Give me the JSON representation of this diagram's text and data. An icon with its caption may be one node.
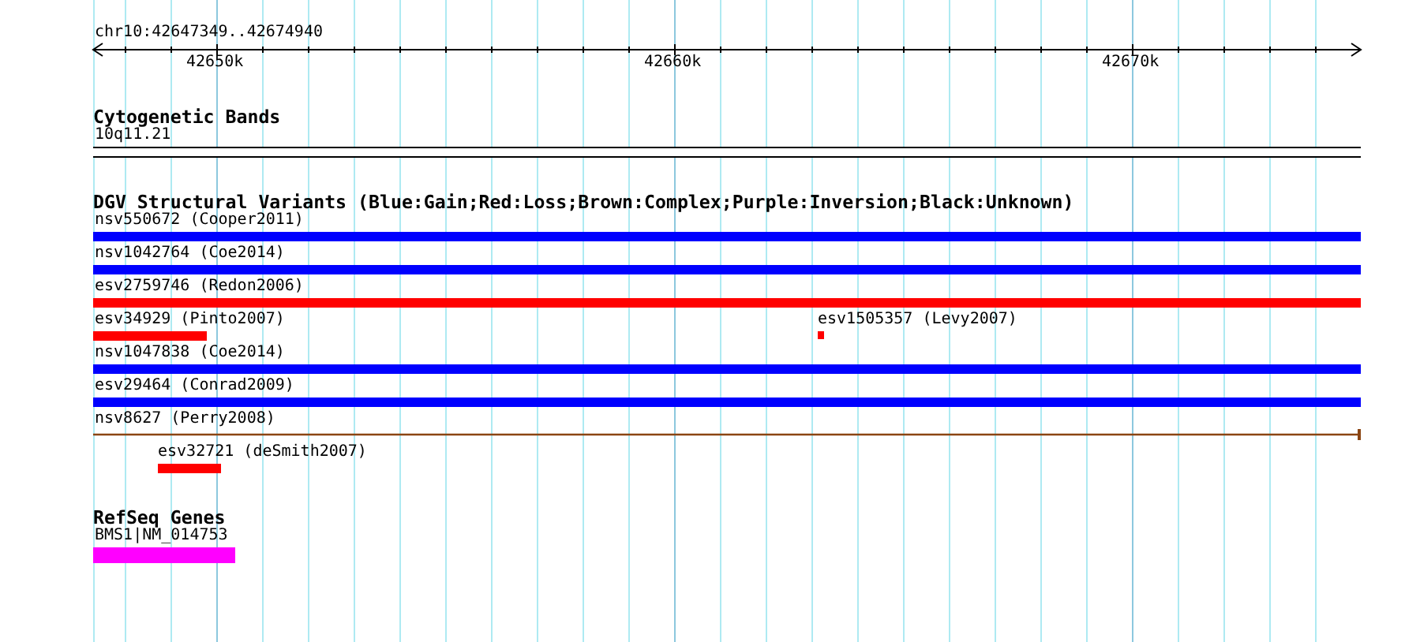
{
  "diagram": {
    "nodes": [
      {
        "text": [
          "10q11.21"
        ]
      },
      {
        "text": [
          "nsv550672 (Cooper2011)"
        ]
      },
      {
        "text": [
          "nsv1042764 (Coe2014)"
        ]
      },
      {
        "text": [
          "esv2759746 (Redon2006)"
        ]
      },
      {
        "text": [
          "esv34929 (Pinto2007)"
        ]
      },
      {
        "text": [
          "esv1505357 (Levy2007)"
        ]
      },
      {
        "text": [
          "nsv1047838 (Coe2014)"
        ]
      },
      {
        "text": [
          "esv29464 (Conrad2009)"
        ]
      },
      {
        "text": [
          "nsv8627 (Perry2008)"
        ]
      },
      {
        "text": [
          "esv32721 (deSmith2007)"
        ]
      },
      {
        "text": [
          "BMS1|NM_014753"
        ]
      }
    ],
    "labels": [
      "chr10:42647349..42674940",
      "42650k",
      "42660k",
      "42670k",
      "Cytogenetic Bands",
      "DGV Structural Variants (Blue:Gain;Red:Loss;Brown:Complex;Purple:Inversion;Black:Unknown)",
      "RefSeq Genes"
    ]
  }
}
